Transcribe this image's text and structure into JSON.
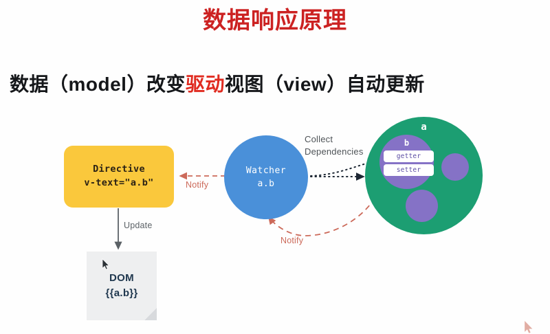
{
  "slide": {
    "title": "数据响应原理",
    "subtitle_parts": {
      "before": "数据（model）改变",
      "highlight": "驱动",
      "after": "视图（view）自动更新"
    },
    "subtitle_full": "数据（model）改变驱动视图（view）自动更新"
  },
  "colors": {
    "title_red": "#cc2222",
    "highlight_red": "#e02b20",
    "directive_yellow": "#fac83c",
    "watcher_blue": "#4a90d9",
    "data_green": "#1c9e72",
    "property_purple": "#8572c6",
    "notify_salmon": "#cc6a5a",
    "dom_gray": "#eeeff0",
    "dom_text_navy": "#20384f",
    "arrow_dark": "#1d2733"
  },
  "diagram": {
    "directive": {
      "line1": "Directive",
      "line2": "v-text=\"a.b\""
    },
    "watcher": {
      "line1": "Watcher",
      "line2": "a.b"
    },
    "data_object": {
      "label": "a",
      "property": {
        "label": "b",
        "getter": "getter",
        "setter": "setter"
      }
    },
    "dom": {
      "line1": "DOM",
      "line2": "{{a.b}}"
    },
    "edges": {
      "collect_dependencies_line1": "Collect",
      "collect_dependencies_line2": "Dependencies",
      "notify_to_directive": "Notify",
      "notify_to_watcher": "Notify",
      "update_to_dom": "Update"
    }
  }
}
